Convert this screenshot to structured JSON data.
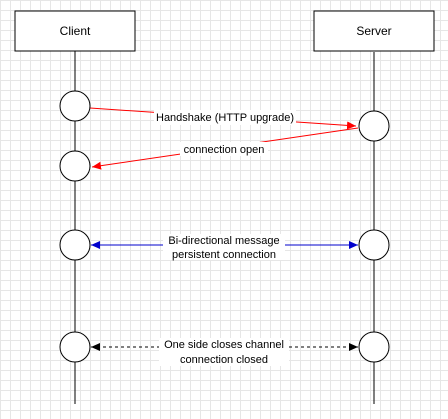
{
  "colors": {
    "handshake": "#ff0000",
    "bidirectional": "#0000cc",
    "close": "#000000",
    "grid": "#e6e6e6"
  },
  "actors": {
    "client": "Client",
    "server": "Server"
  },
  "messages": {
    "handshake": "Handshake (HTTP upgrade)",
    "connection_open": "connection open",
    "bidirectional_line1": "Bi-directional message",
    "bidirectional_line2": "persistent connection",
    "close_line1": "One side closes channel",
    "close_line2": "connection closed"
  }
}
